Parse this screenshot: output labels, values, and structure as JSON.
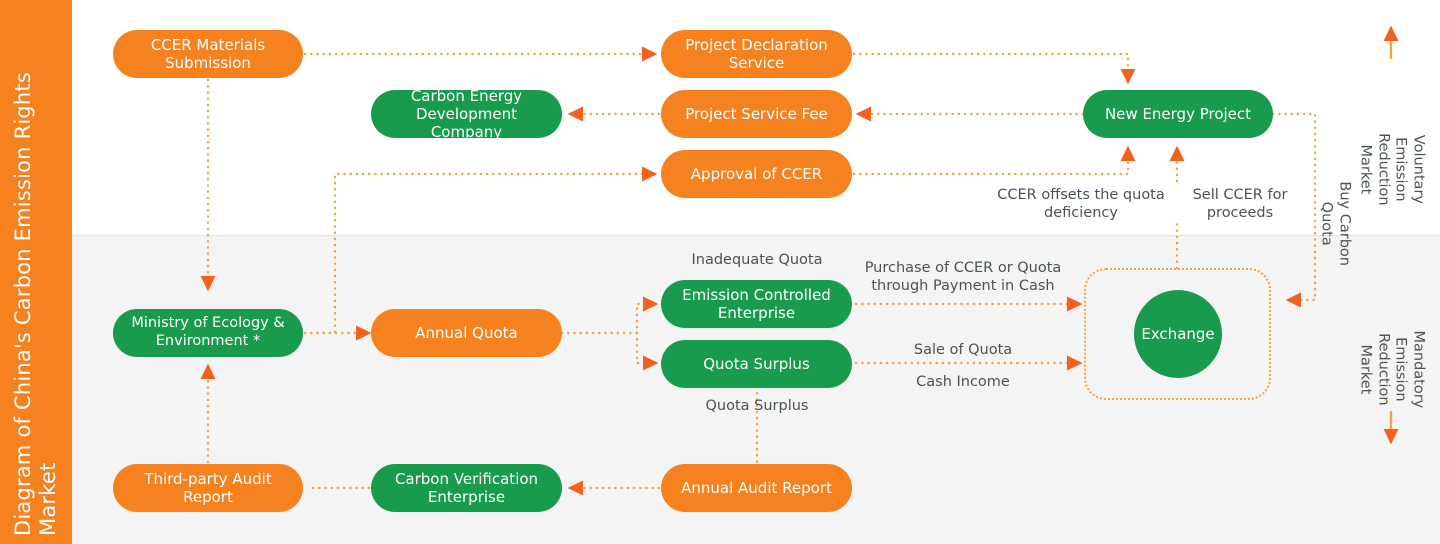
{
  "title": "Diagram of China's Carbon Emission\nRights Market",
  "colors": {
    "orange": "#f6821f",
    "green": "#189b4d",
    "arrow": "#f4601e",
    "dotted": "#f6a33a",
    "band_top": "#ffffff",
    "band_bottom": "#f4f4f4",
    "label_text": "#4a5451",
    "node_text": "#ffffff"
  },
  "bands": {
    "top_name": "voluntary-market-band",
    "bottom_name": "mandatory-market-band"
  },
  "nodes": {
    "ccer_materials_submission": "CCER Materials\nSubmission",
    "carbon_energy_development_company": "Carbon Energy\nDevelopment Company",
    "project_declaration_service": "Project Declaration\nService",
    "project_service_fee": "Project Service Fee",
    "approval_of_ccer": "Approval of CCER",
    "new_energy_project": "New Energy Project",
    "ministry_of_ecology": "Ministry of\nEcology & Environment *",
    "annual_quota": "Annual Quota",
    "emission_controlled_enterprise": "Emission Controlled\nEnterprise",
    "quota_surplus": "Quota Surplus",
    "exchange": "Exchange",
    "third_party_audit_report": "Third-party Audit\nReport",
    "carbon_verification_enterprise": "Carbon Verification\nEnterprise",
    "annual_audit_report": "Annual Audit Report"
  },
  "edge_labels": {
    "ccer_offsets": "CCER offsets the quota\ndeficiency",
    "sell_ccer": "Sell CCER for\nproceeds",
    "buy_carbon_quota": "Buy Carbon Quota",
    "inadequate_quota": "Inadequate Quota",
    "purchase_ccer": "Purchase of CCER or Quota\nthrough Payment in Cash",
    "sale_of_quota": "Sale of Quota",
    "cash_income": "Cash Income",
    "quota_surplus_label": "Quota Surplus"
  },
  "markets": {
    "voluntary": "Voluntary Emission\nReduction Market",
    "mandatory": "Mandatory Emission\nReduction Market"
  },
  "chart_data": {
    "type": "diagram",
    "title": "Diagram of China's Carbon Emission Rights Market",
    "sections": [
      {
        "name": "Voluntary Emission Reduction Market",
        "nodes": [
          "CCER Materials Submission",
          "Carbon Energy Development Company",
          "Project Declaration Service",
          "Project Service Fee",
          "Approval of CCER",
          "New Energy Project"
        ]
      },
      {
        "name": "Mandatory Emission Reduction Market",
        "nodes": [
          "Ministry of Ecology & Environment *",
          "Annual Quota",
          "Emission Controlled Enterprise",
          "Quota Surplus",
          "Exchange",
          "Third-party Audit Report",
          "Carbon Verification Enterprise",
          "Annual Audit Report"
        ]
      }
    ],
    "edges": [
      {
        "from": "CCER Materials Submission",
        "to": "Project Declaration Service",
        "label": ""
      },
      {
        "from": "CCER Materials Submission",
        "to": "Ministry of Ecology & Environment *",
        "label": ""
      },
      {
        "from": "Project Declaration Service",
        "to": "New Energy Project",
        "label": ""
      },
      {
        "from": "New Energy Project",
        "to": "Project Service Fee",
        "label": ""
      },
      {
        "from": "Project Service Fee",
        "to": "Carbon Energy Development Company",
        "label": ""
      },
      {
        "from": "Ministry of Ecology & Environment *",
        "to": "Approval of CCER",
        "label": ""
      },
      {
        "from": "Ministry of Ecology & Environment *",
        "to": "Annual Quota",
        "label": ""
      },
      {
        "from": "Annual Quota",
        "to": "Emission Controlled Enterprise",
        "label": "Inadequate Quota"
      },
      {
        "from": "Annual Quota",
        "to": "Quota Surplus",
        "label": "Quota Surplus"
      },
      {
        "from": "Emission Controlled Enterprise",
        "to": "Exchange",
        "label": "Purchase of CCER or Quota through Payment in Cash"
      },
      {
        "from": "Quota Surplus",
        "to": "Exchange",
        "label": "Sale of Quota / Cash Income"
      },
      {
        "from": "Quota Surplus",
        "to": "Annual Audit Report",
        "label": ""
      },
      {
        "from": "Exchange",
        "to": "New Energy Project",
        "label": "Sell CCER for proceeds"
      },
      {
        "from": "New Energy Project",
        "to": "Exchange",
        "label": "Buy Carbon Quota"
      },
      {
        "from": "Approval of CCER",
        "to": "New Energy Project",
        "label": "CCER offsets the quota deficiency"
      },
      {
        "from": "Annual Audit Report",
        "to": "Carbon Verification Enterprise",
        "label": ""
      },
      {
        "from": "Carbon Verification Enterprise",
        "to": "Third-party Audit Report",
        "label": ""
      },
      {
        "from": "Third-party Audit Report",
        "to": "Ministry of Ecology & Environment *",
        "label": ""
      }
    ]
  }
}
